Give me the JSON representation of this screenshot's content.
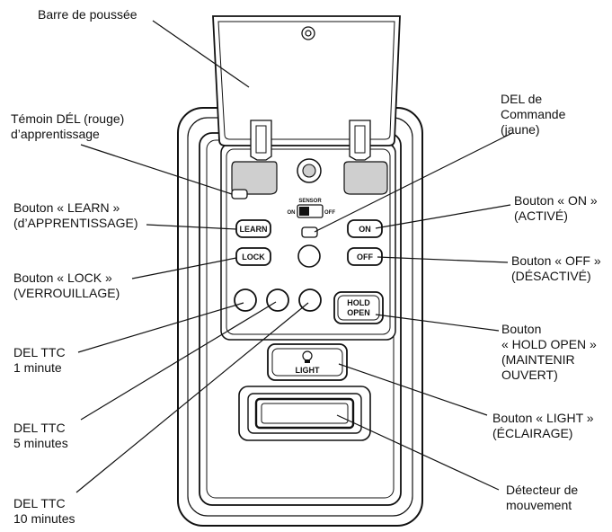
{
  "labels": {
    "push_bar": [
      "Barre de poussée"
    ],
    "learn_led": [
      "Témoin DÉL (rouge)",
      "d’apprentissage"
    ],
    "learn_button": [
      "Bouton « LEARN »",
      "(d’APPRENTISSAGE)"
    ],
    "lock_button": [
      "Bouton « LOCK »",
      "(VERROUILLAGE)"
    ],
    "ttc_1": [
      "DEL TTC",
      "1 minute"
    ],
    "ttc_5": [
      "DEL TTC",
      "5 minutes"
    ],
    "ttc_10": [
      "DEL TTC",
      "10 minutes"
    ],
    "command_led": [
      "DEL de",
      "Commande",
      "(jaune)"
    ],
    "on_button": [
      "Bouton « ON »",
      "(ACTIVÉ)"
    ],
    "off_button": [
      "Bouton « OFF »",
      "(DÉSACTIVÉ)"
    ],
    "hold_open_button": [
      "Bouton",
      "« HOLD OPEN »",
      "(MAINTENIR",
      "OUVERT)"
    ],
    "light_button": [
      "Bouton « LIGHT »",
      "(ÉCLAIRAGE)"
    ],
    "motion_detector": [
      "Détecteur de",
      "mouvement"
    ]
  },
  "device": {
    "learn": "LEARN",
    "lock": "LOCK",
    "on": "ON",
    "off": "OFF",
    "hold": "HOLD",
    "open": "OPEN",
    "light": "LIGHT",
    "sensor": "SENSOR",
    "sensor_on": "ON",
    "sensor_off": "OFF"
  },
  "colors": {
    "outline": "#111111",
    "window_fill": "#cfcfcf",
    "background": "#ffffff"
  }
}
